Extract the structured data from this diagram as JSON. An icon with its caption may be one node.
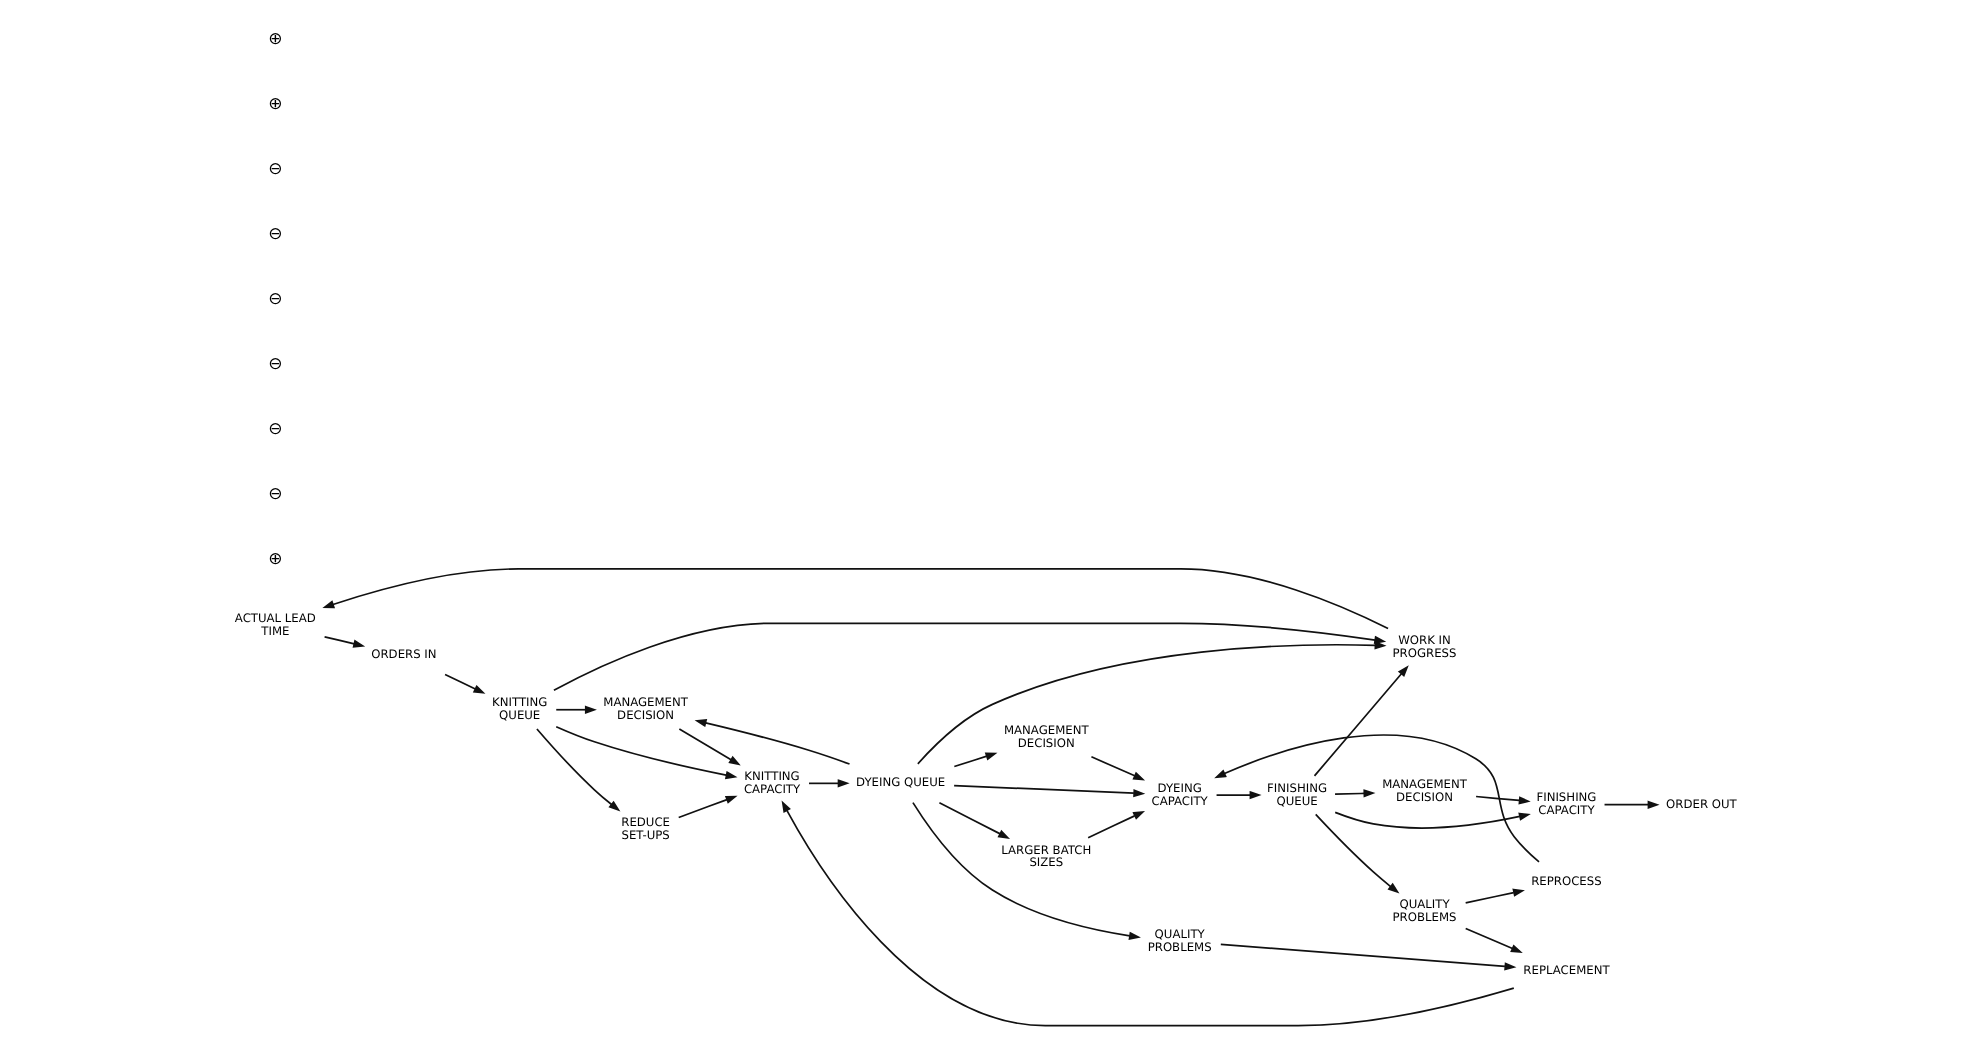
{
  "diagram": {
    "nodes": [
      {
        "text": [
          "ACTUAL LEAD TIME"
        ]
      },
      {
        "text": [
          "WORK IN PROGRESS"
        ]
      },
      {
        "text": [
          "MANAGEMENT DECISION"
        ]
      },
      {
        "text": [
          "MANAGEMENT DECISION"
        ]
      },
      {
        "text": [
          "MANAGEMENT DECISION"
        ]
      },
      {
        "text": [
          "ORDERS IN"
        ]
      },
      {
        "text": [
          "KNITTING QUEUE"
        ]
      },
      {
        "text": [
          "KNITTING CAPACITY"
        ]
      },
      {
        "text": [
          "DYEING QUEUE"
        ]
      },
      {
        "text": [
          "DYEING CAPACITY"
        ]
      },
      {
        "text": [
          "FINISHING QUEUE"
        ]
      },
      {
        "text": [
          "FINISHING CAPACITY"
        ]
      },
      {
        "text": [
          "ORDER OUT"
        ]
      },
      {
        "text": [
          "REDUCE SET-UPS"
        ]
      },
      {
        "text": [
          "LARGER BATCH SIZES"
        ]
      },
      {
        "text": [
          "QUALITY PROBLEMS"
        ]
      },
      {
        "text": [
          "REPLACEMENT"
        ]
      },
      {
        "text": [
          "QUALITY PROBLEMS"
        ]
      },
      {
        "text": [
          "REPROCESS"
        ]
      }
    ],
    "edges": [
      {
        "from": 1,
        "to": 0,
        "arrow": "to"
      },
      {
        "from": 0,
        "to": 5,
        "arrow": "to"
      },
      {
        "from": 6,
        "to": 1,
        "arrow": "to"
      },
      {
        "from": 6,
        "to": 2,
        "arrow": "to"
      },
      {
        "from": 2,
        "to": 7,
        "arrow": "to"
      },
      {
        "from": 5,
        "to": 6,
        "arrow": "to"
      },
      {
        "from": 6,
        "to": 7,
        "arrow": "to"
      },
      {
        "from": 6,
        "to": 13,
        "arrow": "to"
      },
      {
        "from": 13,
        "to": 7,
        "arrow": "to"
      },
      {
        "from": 7,
        "to": 8,
        "arrow": "to"
      },
      {
        "from": 8,
        "to": 1,
        "arrow": "to"
      },
      {
        "from": 8,
        "to": 2,
        "arrow": "to"
      },
      {
        "from": 8,
        "to": 3,
        "arrow": "to"
      },
      {
        "from": 3,
        "to": 9,
        "arrow": "to"
      },
      {
        "from": 8,
        "to": 9,
        "arrow": "to"
      },
      {
        "from": 8,
        "to": 14,
        "arrow": "to"
      },
      {
        "from": 14,
        "to": 9,
        "arrow": "to"
      },
      {
        "from": 8,
        "to": 17,
        "arrow": "to"
      },
      {
        "from": 17,
        "to": 16,
        "arrow": "to"
      },
      {
        "from": 16,
        "to": 7,
        "arrow": "to"
      },
      {
        "from": 9,
        "to": 10,
        "arrow": "to"
      },
      {
        "from": 10,
        "to": 1,
        "arrow": "to"
      },
      {
        "from": 10,
        "to": 4,
        "arrow": "to"
      },
      {
        "from": 4,
        "to": 11,
        "arrow": "to"
      },
      {
        "from": 10,
        "to": 11,
        "arrow": "to"
      },
      {
        "from": 11,
        "to": 12,
        "arrow": "to"
      },
      {
        "from": 10,
        "to": 15,
        "arrow": "to"
      },
      {
        "from": 15,
        "to": 18,
        "arrow": "to"
      },
      {
        "from": 18,
        "to": 9,
        "arrow": "to"
      },
      {
        "from": 15,
        "to": 16,
        "arrow": "to"
      }
    ],
    "labels": [
      "⊕",
      "⊖",
      "⊖",
      "⊖",
      "⊖",
      "⊖",
      "⊖",
      "⊕",
      "⊕"
    ]
  }
}
